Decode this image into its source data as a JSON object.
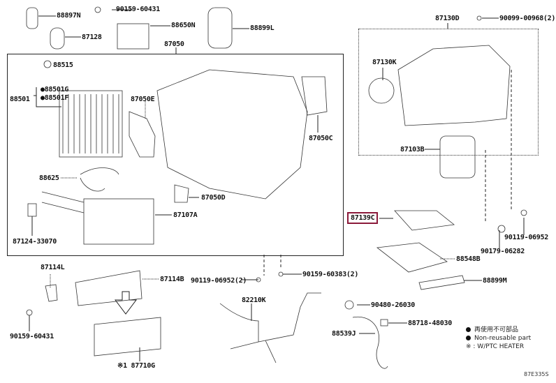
{
  "diagram": {
    "group_main": "87050",
    "group_blower": "87130D",
    "highlighted_part": "87139C",
    "figure_code": "87E335S"
  },
  "labels": {
    "p88897N": "88897N",
    "p90159_60431_top": "90159-60431",
    "p88650N": "88650N",
    "p88899L": "88899L",
    "p87128": "87128",
    "p87050": "87050",
    "p87130D": "87130D",
    "p90099_00968": "90099-00968(2)",
    "p88515": "88515",
    "p88501G": "88501G",
    "p88501F": "88501F",
    "p88501": "88501",
    "p87050E": "87050E",
    "p87050C": "87050C",
    "p88625": "88625",
    "p87050D": "87050D",
    "p87107A": "87107A",
    "p87124_33070": "87124-33070",
    "p87130K": "87130K",
    "p87103B": "87103B",
    "p87139C": "87139C",
    "p90119_06952_right": "90119-06952",
    "p90179_06282": "90179-06282",
    "p88548B": "88548B",
    "p88899M": "88899M",
    "p87114L": "87114L",
    "p87114B": "87114B",
    "p90119_06952_2": "90119-06952(2)",
    "p90159_60383_2": "90159-60383(2)",
    "p90159_60431_bottom": "90159-60431",
    "p82210K": "82210K",
    "p90480_26030": "90480-26030",
    "p88539J": "88539J",
    "p88718_48030": "88718-48030",
    "p87710G": "※1 87710G"
  },
  "legend": {
    "item1": "再使用不可部品",
    "item2": "Non-reusable part",
    "item3": "※ : W/PTC HEATER"
  }
}
